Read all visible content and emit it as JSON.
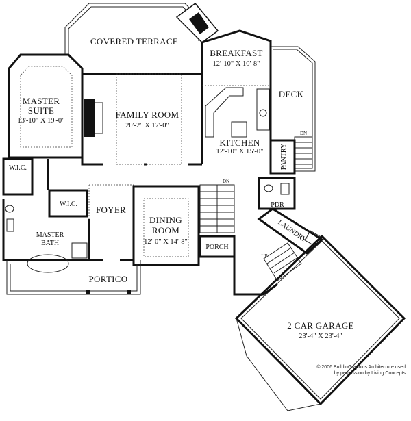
{
  "rooms": {
    "covered_terrace": "COVERED TERRACE",
    "breakfast": {
      "name": "BREAKFAST",
      "dim": "12'-10\" X 10'-8\""
    },
    "deck": "DECK",
    "master_suite": {
      "name1": "MASTER",
      "name2": "SUITE",
      "dim": "13'-10\" X 19'-0\""
    },
    "family_room": {
      "name": "FAMILY ROOM",
      "dim": "20'-2\" X 17'-0\""
    },
    "kitchen": {
      "name": "KITCHEN",
      "dim": "12'-10\" X 15'-0\""
    },
    "pantry": "PANTRY",
    "wic_1": "W.I.C.",
    "wic_2": "W.I.C.",
    "foyer": "FOYER",
    "dining_room": {
      "name1": "DINING",
      "name2": "ROOM",
      "dim": "12'-0\" X 14'-8\""
    },
    "pdr": "PDR",
    "laundry": "LAUNDRY",
    "master_bath": {
      "name1": "MASTER",
      "name2": "BATH"
    },
    "porch": "PORCH",
    "portico": "PORTICO",
    "garage": {
      "name": "2 CAR GARAGE",
      "dim": "23'-4\" X 23'-4\""
    }
  },
  "stairs": {
    "dn_deck": "DN",
    "dn_main": "DN",
    "up": "UP"
  },
  "copyright": {
    "line1": "© 2006 BuildinGraphics Architecture used",
    "line2": "by permission by Living Concepts"
  }
}
